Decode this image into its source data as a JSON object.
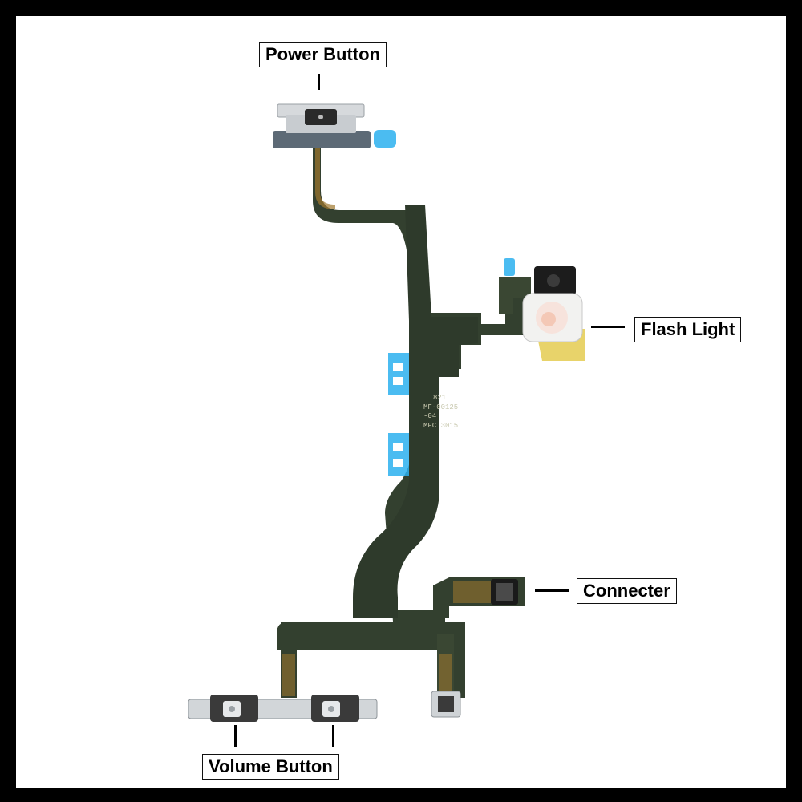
{
  "labels": {
    "power_button": "Power Button",
    "flash_light": "Flash Light",
    "connecter": "Connecter",
    "volume_button": "Volume Button"
  },
  "silkscreen": {
    "line1": "821",
    "line2": "MF-00125",
    "line3": "-04",
    "line4": "MFC 3015"
  },
  "colors": {
    "background": "#ffffff",
    "border": "#000000",
    "flex_cable": "#33402f",
    "flex_trace": "#a0782e",
    "metal_bracket": "#cfd3d6",
    "adhesive_tab": "#2bb0ef",
    "flash_diffuser_ring": "#e8d36a"
  }
}
